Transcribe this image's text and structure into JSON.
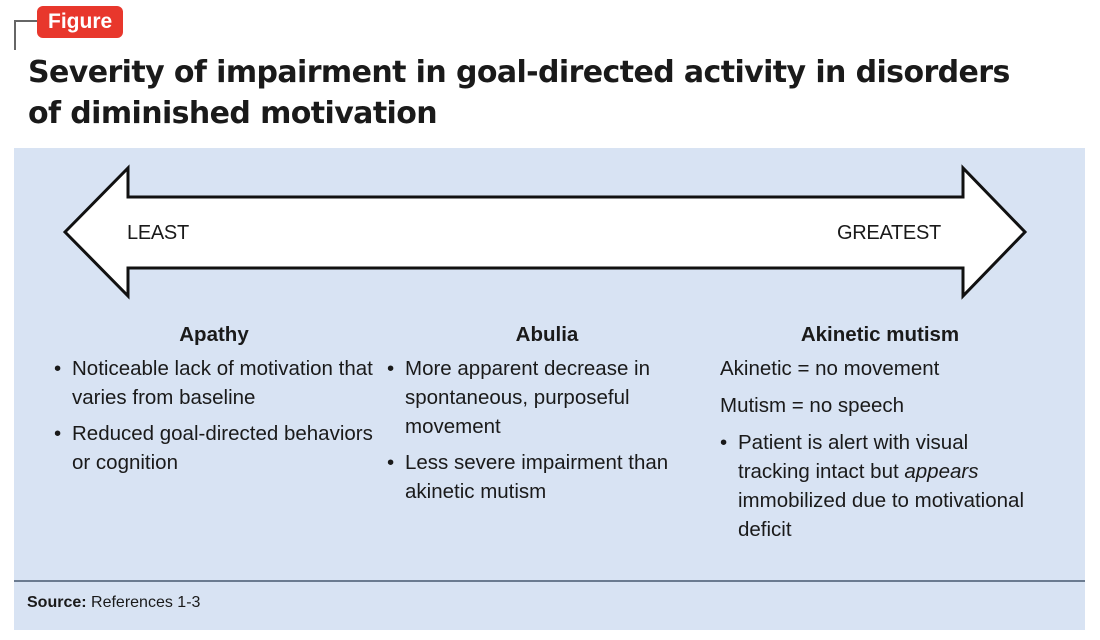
{
  "figure_badge": "Figure",
  "title": "Severity of impairment in goal-directed activity in disorders of diminished motivation",
  "arrow": {
    "left_label": "LEAST",
    "right_label": "GREATEST"
  },
  "columns": [
    {
      "heading": "Apathy",
      "plain_lines": [],
      "bullets": [
        "Noticeable lack of motivation that varies from baseline",
        "Reduced goal-directed behaviors or cognition"
      ]
    },
    {
      "heading": "Abulia",
      "plain_lines": [],
      "bullets": [
        "More apparent decrease in spontaneous, purposeful movement",
        "Less severe impairment than akinetic mutism"
      ]
    },
    {
      "heading": "Akinetic mutism",
      "plain_lines": [
        "Akinetic = no movement",
        "Mutism = no speech"
      ],
      "bullets": [],
      "bullet_rich": {
        "before": "Patient is alert with visual tracking intact but ",
        "emphasis": "appears",
        "after": " immobilized due to motivational deficit"
      }
    }
  ],
  "source": {
    "label": "Source:",
    "text": "References 1-3"
  },
  "colors": {
    "badge": "#e8372c",
    "panel": "#d8e3f3",
    "divider": "#6b7b90"
  }
}
